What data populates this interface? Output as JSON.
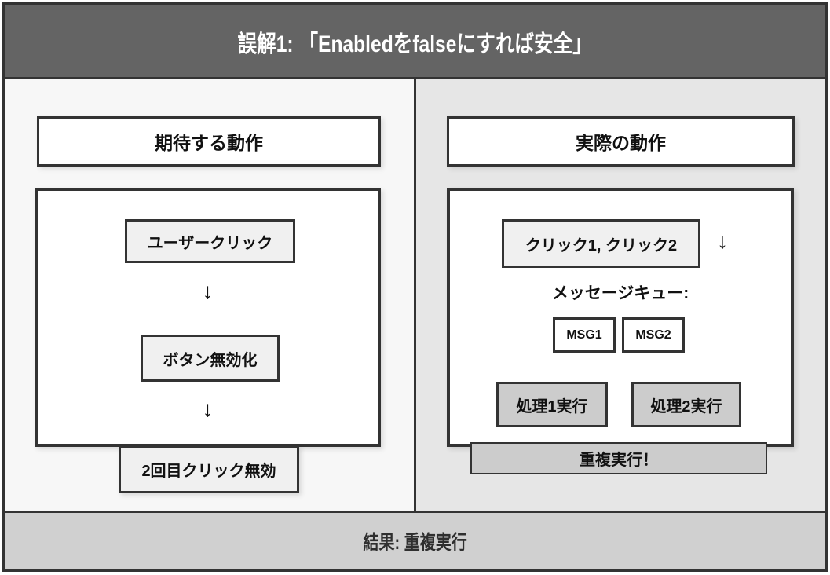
{
  "header": {
    "title": "誤解1: 「Enabledをfalseにすれば安全」"
  },
  "left_panel": {
    "heading": "期待する動作",
    "step1": "ユーザークリック",
    "arrow1": "↓",
    "step2": "ボタン無効化",
    "arrow2": "↓",
    "result": "2回目クリック無効"
  },
  "right_panel": {
    "heading": "実際の動作",
    "clicks": "クリック1, クリック2",
    "arrow": "↓",
    "queue_label": "メッセージキュー:",
    "messages": [
      "MSG1",
      "MSG2"
    ],
    "processes": [
      "処理1実行",
      "処理2実行"
    ],
    "warning": "重複実行！"
  },
  "footer": {
    "result": "結果: 重複実行"
  },
  "colors": {
    "frame_border": "#333333",
    "header_bg": "#646464",
    "left_panel_bg": "#f7f7f7",
    "right_panel_bg": "#e6e6e6",
    "footer_bg": "#d0d0d0",
    "light_box_bg": "#f0f0f0",
    "gray_box_bg": "#cccccc",
    "white_box_bg": "#ffffff"
  }
}
